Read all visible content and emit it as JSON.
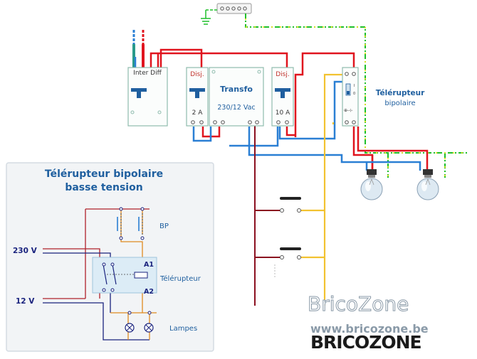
{
  "modules": {
    "inter_diff": "Inter Diff",
    "disj_left": "Disj.",
    "disj_left_rating": "2 A",
    "transfo": "Transfo",
    "transfo_rating": "230/12 Vac",
    "disj_right": "Disj.",
    "disj_right_rating": "10 A"
  },
  "telerupteur_label": {
    "line1": "Télérupteur",
    "line2": "bipolaire"
  },
  "inset": {
    "title_line1": "Télérupteur bipolaire",
    "title_line2": "basse tension",
    "voltage_high": "230 V",
    "voltage_low": "12 V",
    "bp": "BP",
    "a1": "A1",
    "a2": "A2",
    "telerupteur": "Télérupteur",
    "lampes": "Lampes"
  },
  "watermark": {
    "name": "BricoZone",
    "url": "www.bricozone.be",
    "logo": "BRICOZONE"
  },
  "colors": {
    "phase": "#e0141e",
    "neutral": "#2a7fd4",
    "earth": "#1fbf2a",
    "low_voltage": "#f2c230",
    "dark_red": "#8b1020",
    "navy": "#1a237e",
    "module_title": "#1f5f9f"
  }
}
